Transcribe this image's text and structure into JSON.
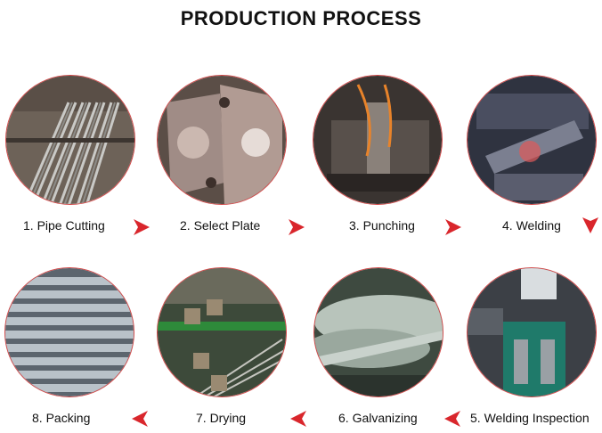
{
  "title": "PRODUCTION PROCESS",
  "accent_color": "#d9262c",
  "steps": [
    {
      "label": "1. Pipe Cutting",
      "image": "pipes-photo"
    },
    {
      "label": "2. Select Plate",
      "image": "steel-plates-photo"
    },
    {
      "label": "3. Punching",
      "image": "punching-machine-photo"
    },
    {
      "label": "4. Welding",
      "image": "welding-photo"
    },
    {
      "label": "5. Welding Inspection",
      "image": "inspection-machine-photo"
    },
    {
      "label": "6. Galvanizing",
      "image": "galvanizing-bath-photo"
    },
    {
      "label": "7. Drying",
      "image": "drying-rack-photo"
    },
    {
      "label": "8. Packing",
      "image": "packed-pipes-photo"
    }
  ]
}
